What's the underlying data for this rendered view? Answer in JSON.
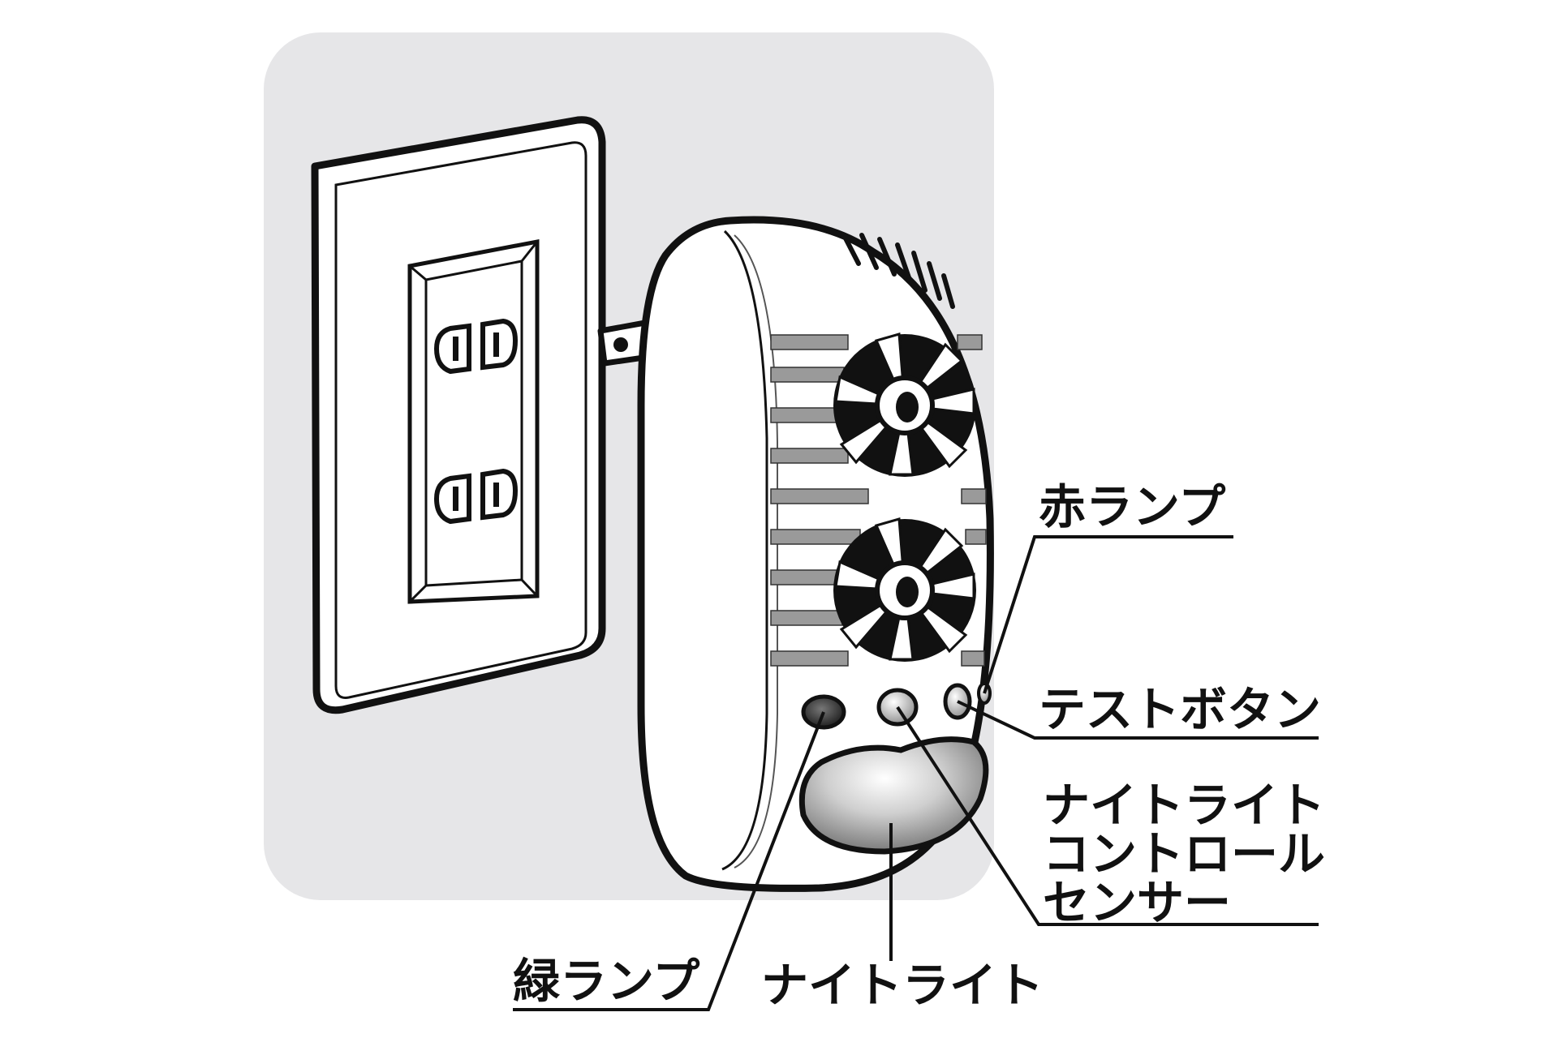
{
  "labels": {
    "red_lamp": "赤ランプ",
    "test_button": "テストボタン",
    "sensor_line1": "ナイトライト",
    "sensor_line2": "コントロール",
    "sensor_line3": "センサー",
    "green_lamp": "緑ランプ",
    "night_light": "ナイトライト"
  },
  "colors": {
    "background_panel": "#e6e6e8",
    "outline": "#111111",
    "device_body": "#ffffff",
    "vent_grey": "#9a9a9a",
    "night_light_lens": "#8f8f8f"
  }
}
